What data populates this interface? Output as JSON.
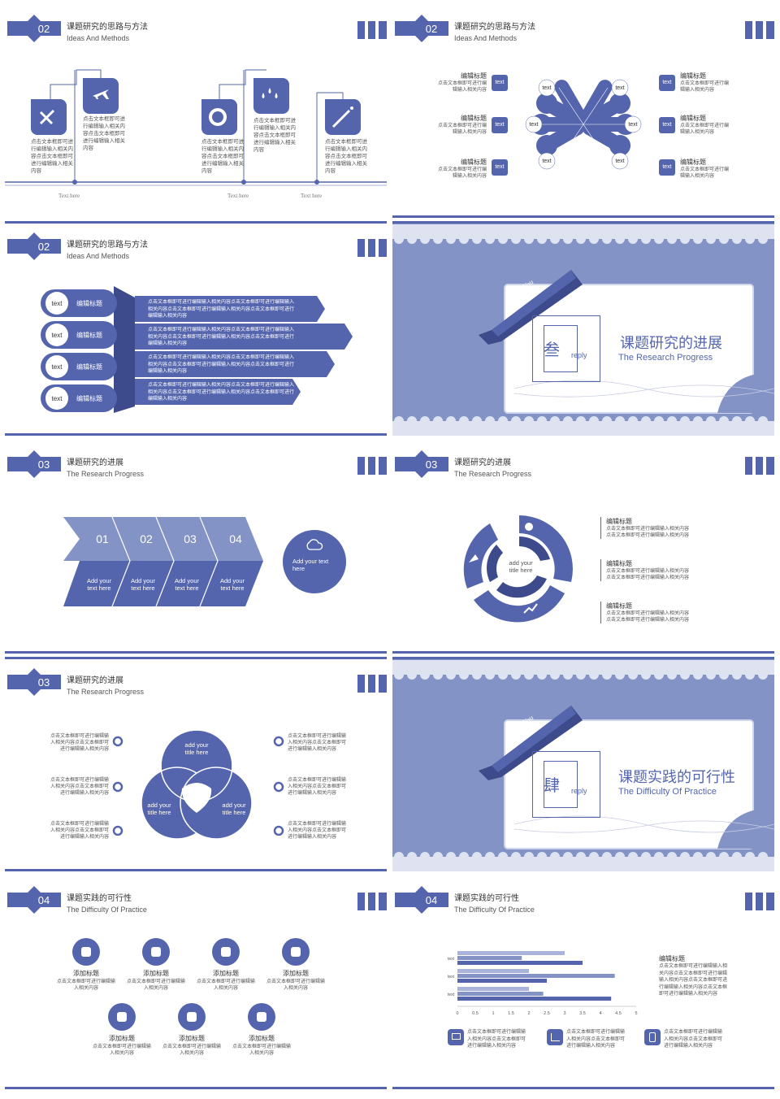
{
  "colors": {
    "primary": "#5465ad",
    "dark": "#3d4b8c",
    "light": "#8393c6",
    "bg": "#ffffff"
  },
  "section02": {
    "num": "02",
    "title": "课题研究的思路与方法",
    "sub": "Ideas And Methods"
  },
  "section03": {
    "num": "03",
    "title": "课题研究的进展",
    "sub": "The Research Progress"
  },
  "section04": {
    "num": "04",
    "title": "课题实践的可行性",
    "sub": "The Difficulty Of Practice"
  },
  "common": {
    "body1": "点击文本框即可进行编辑输入相关内容点击文本框即可进行编辑输入相关内容",
    "body2": "点击文本框即可进行编辑输入相关内容点击文本框即可进行编辑输入相关内容",
    "edit_title": "编辑标题",
    "text": "text"
  },
  "s1": {
    "desc": "点击文本框即可进行编辑输入相关内容点击文本框即可进行编辑输入相关内容",
    "labels": [
      "Text here",
      "Text here",
      "Text here"
    ],
    "icons": [
      "tools-icon",
      "plane-icon",
      "lifebuoy-icon",
      "drops-icon",
      "wand-icon"
    ]
  },
  "s2": {
    "items": [
      {
        "title": "编辑标题",
        "desc": "点击文本框即可进行编辑输入相关内容",
        "tag": "text"
      },
      {
        "title": "编辑标题",
        "desc": "点击文本框即可进行编辑输入相关内容",
        "tag": "text"
      },
      {
        "title": "编辑标题",
        "desc": "点击文本框即可进行编辑输入相关内容",
        "tag": "text"
      },
      {
        "title": "编辑标题",
        "desc": "点击文本框即可进行编辑输入相关内容",
        "tag": "text"
      },
      {
        "title": "编辑标题",
        "desc": "点击文本框即可进行编辑输入相关内容",
        "tag": "text"
      },
      {
        "title": "编辑标题",
        "desc": "点击文本框即可进行编辑输入相关内容",
        "tag": "text"
      }
    ],
    "petals": [
      "text",
      "text",
      "text",
      "text",
      "text",
      "text"
    ]
  },
  "s3": {
    "rows": [
      {
        "tag": "text",
        "title": "编辑标题",
        "desc": "点击文本框即可进行编辑输入相关内容点击文本框即可进行编辑输入相关内容点击文本框即可进行编辑输入相关内容点击文本框即可进行编辑输入相关内容"
      },
      {
        "tag": "text",
        "title": "编辑标题",
        "desc": "点击文本框即可进行编辑输入相关内容点击文本框即可进行编辑输入相关内容点击文本框即可进行编辑输入相关内容点击文本框即可进行编辑输入相关内容"
      },
      {
        "tag": "text",
        "title": "编辑标题",
        "desc": "点击文本框即可进行编辑输入相关内容点击文本框即可进行编辑输入相关内容点击文本框即可进行编辑输入相关内容点击文本框即可进行编辑输入相关内容"
      },
      {
        "tag": "text",
        "title": "编辑标题",
        "desc": "点击文本框即可进行编辑输入相关内容点击文本框即可进行编辑输入相关内容点击文本框即可进行编辑输入相关内容点击文本框即可进行编辑输入相关内容"
      }
    ]
  },
  "cover1": {
    "ribbon": "I Love You",
    "char": "叁",
    "reply": "reply",
    "title": "课题研究的进展",
    "sub": "The Research Progress"
  },
  "cover2": {
    "ribbon": "I Love You",
    "char": "肆",
    "reply": "reply",
    "title": "课题实践的可行性",
    "sub": "The Difficulty Of Practice"
  },
  "s5": {
    "steps": [
      {
        "num": "01",
        "label": "Add your text here"
      },
      {
        "num": "02",
        "label": "Add your text here"
      },
      {
        "num": "03",
        "label": "Add your text here"
      },
      {
        "num": "04",
        "label": "Add your text here"
      }
    ],
    "circle": "Add your text here"
  },
  "s6": {
    "center": "add your title here",
    "items": [
      {
        "title": "编辑标题",
        "desc": "点击文本框即可进行编辑输入相关内容点击文本框即可进行编辑输入相关内容"
      },
      {
        "title": "编辑标题",
        "desc": "点击文本框即可进行编辑输入相关内容点击文本框即可进行编辑输入相关内容"
      },
      {
        "title": "编辑标题",
        "desc": "点击文本框即可进行编辑输入相关内容点击文本框即可进行编辑输入相关内容"
      }
    ]
  },
  "s7": {
    "circles": [
      "add your title here",
      "add your title here",
      "add your title here"
    ],
    "left": [
      "点击文本框即可进行编辑输入相关内容点击文本框即可进行编辑输入相关内容",
      "点击文本框即可进行编辑输入相关内容点击文本框即可进行编辑输入相关内容",
      "点击文本框即可进行编辑输入相关内容点击文本框即可进行编辑输入相关内容"
    ],
    "right": [
      "点击文本框即可进行编辑输入相关内容点击文本框即可进行编辑输入相关内容",
      "点击文本框即可进行编辑输入相关内容点击文本框即可进行编辑输入相关内容",
      "点击文本框即可进行编辑输入相关内容点击文本框即可进行编辑输入相关内容"
    ]
  },
  "s8": {
    "items": [
      {
        "title": "添加标题",
        "desc": "点击文本框即可进行编辑输入相关内容",
        "icon": "leaf-icon"
      },
      {
        "title": "添加标题",
        "desc": "点击文本框即可进行编辑输入相关内容",
        "icon": "music-icon"
      },
      {
        "title": "添加标题",
        "desc": "点击文本框即可进行编辑输入相关内容",
        "icon": "film-icon"
      },
      {
        "title": "添加标题",
        "desc": "点击文本框即可进行编辑输入相关内容",
        "icon": "camera-icon"
      },
      {
        "title": "添加标题",
        "desc": "点击文本框即可进行编辑输入相关内容",
        "icon": "cart-icon"
      },
      {
        "title": "添加标题",
        "desc": "点击文本框即可进行编辑输入相关内容",
        "icon": "feather-icon"
      },
      {
        "title": "添加标题",
        "desc": "点击文本框即可进行编辑输入相关内容",
        "icon": "tag-icon"
      }
    ]
  },
  "s9": {
    "side_title": "编辑标题",
    "side_desc": "点击文本框即可进行编辑输入相关内容点击文本框即可进行编辑输入相关内容点击文本框即可进行编辑输入相关内容点击文本框即可进行编辑输入相关内容",
    "footer": [
      "点击文本框即可进行编辑输入相关内容点击文本框即可进行编辑输入相关内容",
      "点击文本框即可进行编辑输入相关内容点击文本框即可进行编辑输入相关内容",
      "点击文本框即可进行编辑输入相关内容点击文本框即可进行编辑输入相关内容"
    ]
  },
  "chart_data": {
    "type": "bar",
    "orientation": "horizontal",
    "categories": [
      "text",
      "text",
      "text"
    ],
    "series": [
      {
        "values": [
          3.0,
          2.0,
          2.0
        ]
      },
      {
        "values": [
          1.8,
          4.4,
          2.4
        ]
      },
      {
        "values": [
          3.5,
          2.5,
          4.3
        ]
      }
    ],
    "xlim": [
      0,
      5
    ],
    "xticks": [
      "0",
      "0.5",
      "1",
      "1.5",
      "2",
      "2.5",
      "3",
      "3.5",
      "4",
      "4.5",
      "5"
    ]
  }
}
